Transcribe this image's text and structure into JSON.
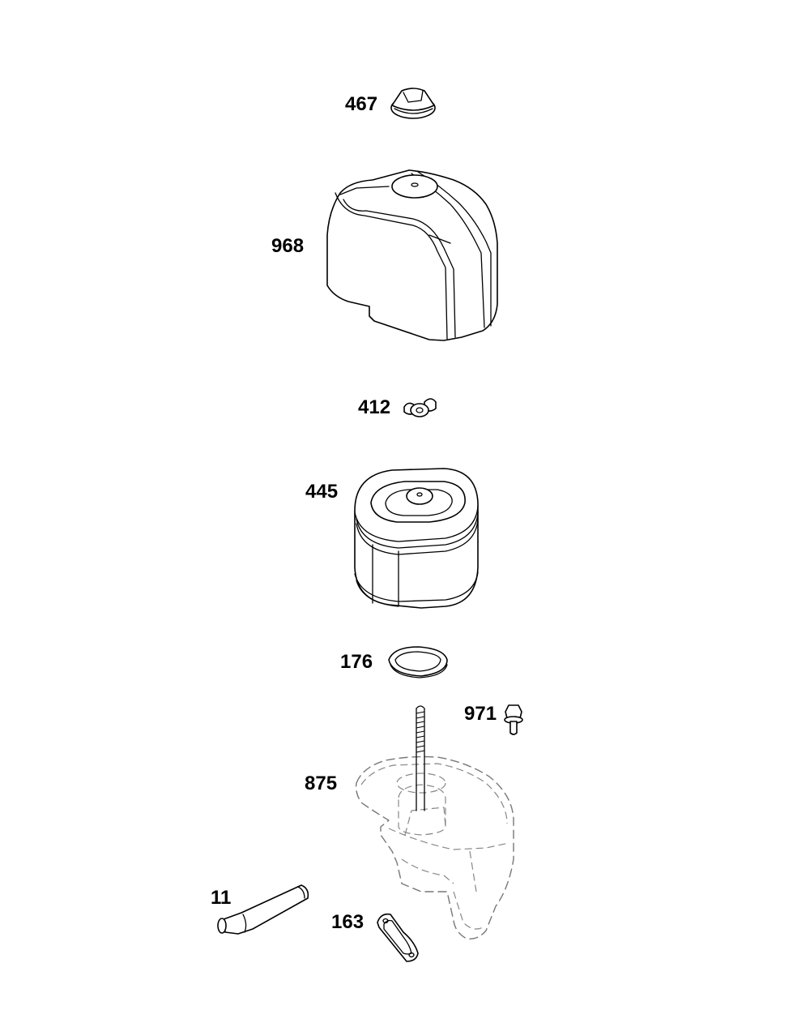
{
  "callouts": [
    {
      "id": "467",
      "label": "467",
      "icon": "knob-icon"
    },
    {
      "id": "968",
      "label": "968",
      "icon": "air-cleaner-cover-icon"
    },
    {
      "id": "412",
      "label": "412",
      "icon": "wing-nut-icon"
    },
    {
      "id": "445",
      "label": "445",
      "icon": "air-filter-cartridge-icon"
    },
    {
      "id": "176",
      "label": "176",
      "icon": "seal-ring-icon"
    },
    {
      "id": "971",
      "label": "971",
      "icon": "flange-screw-icon"
    },
    {
      "id": "875",
      "label": "875",
      "icon": "air-cleaner-base-icon"
    },
    {
      "id": "11",
      "label": "11",
      "icon": "breather-tube-icon"
    },
    {
      "id": "163",
      "label": "163",
      "icon": "gasket-icon"
    }
  ]
}
